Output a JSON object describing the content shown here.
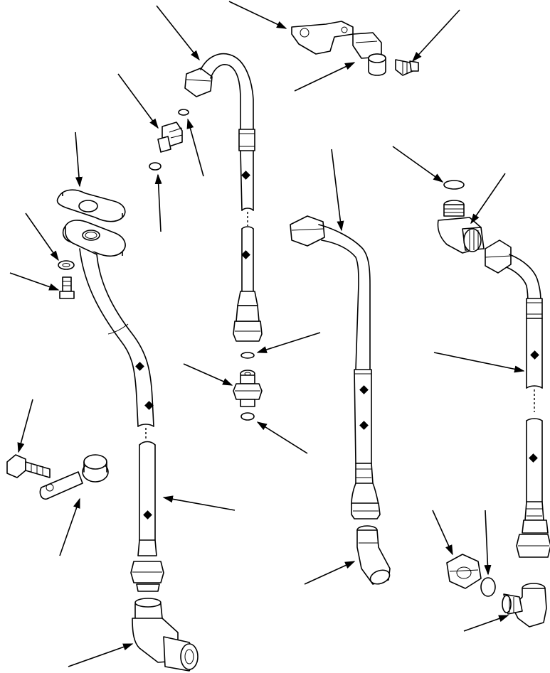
{
  "figure": {
    "kind": "exploded-parts-diagram",
    "ink_color": "#000000",
    "paper_color": "#ffffff"
  },
  "parts": [
    {
      "id": "tube-assembly-left",
      "icon": "bent-tube-with-flange"
    },
    {
      "id": "flange-gasket",
      "icon": "gasket"
    },
    {
      "id": "lock-washer",
      "icon": "washer"
    },
    {
      "id": "flange-bolt",
      "icon": "bolt"
    },
    {
      "id": "hose-clamp",
      "icon": "clamp"
    },
    {
      "id": "clamp-bolt",
      "icon": "bolt"
    },
    {
      "id": "elbow-fitting-lower-left",
      "icon": "elbow"
    },
    {
      "id": "hose-assembly-center",
      "icon": "hose"
    },
    {
      "id": "connector-upper",
      "icon": "connector"
    },
    {
      "id": "connector-center",
      "icon": "connector"
    },
    {
      "id": "o-ring",
      "icon": "o-ring"
    },
    {
      "id": "support-bracket",
      "icon": "bracket"
    },
    {
      "id": "bracket-bolt",
      "icon": "bolt"
    },
    {
      "id": "spacer",
      "icon": "spacer"
    },
    {
      "id": "tube-assembly-center",
      "icon": "bent-tube"
    },
    {
      "id": "elbow-fitting-center",
      "icon": "elbow"
    },
    {
      "id": "hose-assembly-right",
      "icon": "hose"
    },
    {
      "id": "elbow-fitting-upper-right",
      "icon": "elbow"
    },
    {
      "id": "elbow-fitting-lower-right",
      "icon": "elbow"
    },
    {
      "id": "nut",
      "icon": "nut"
    }
  ]
}
